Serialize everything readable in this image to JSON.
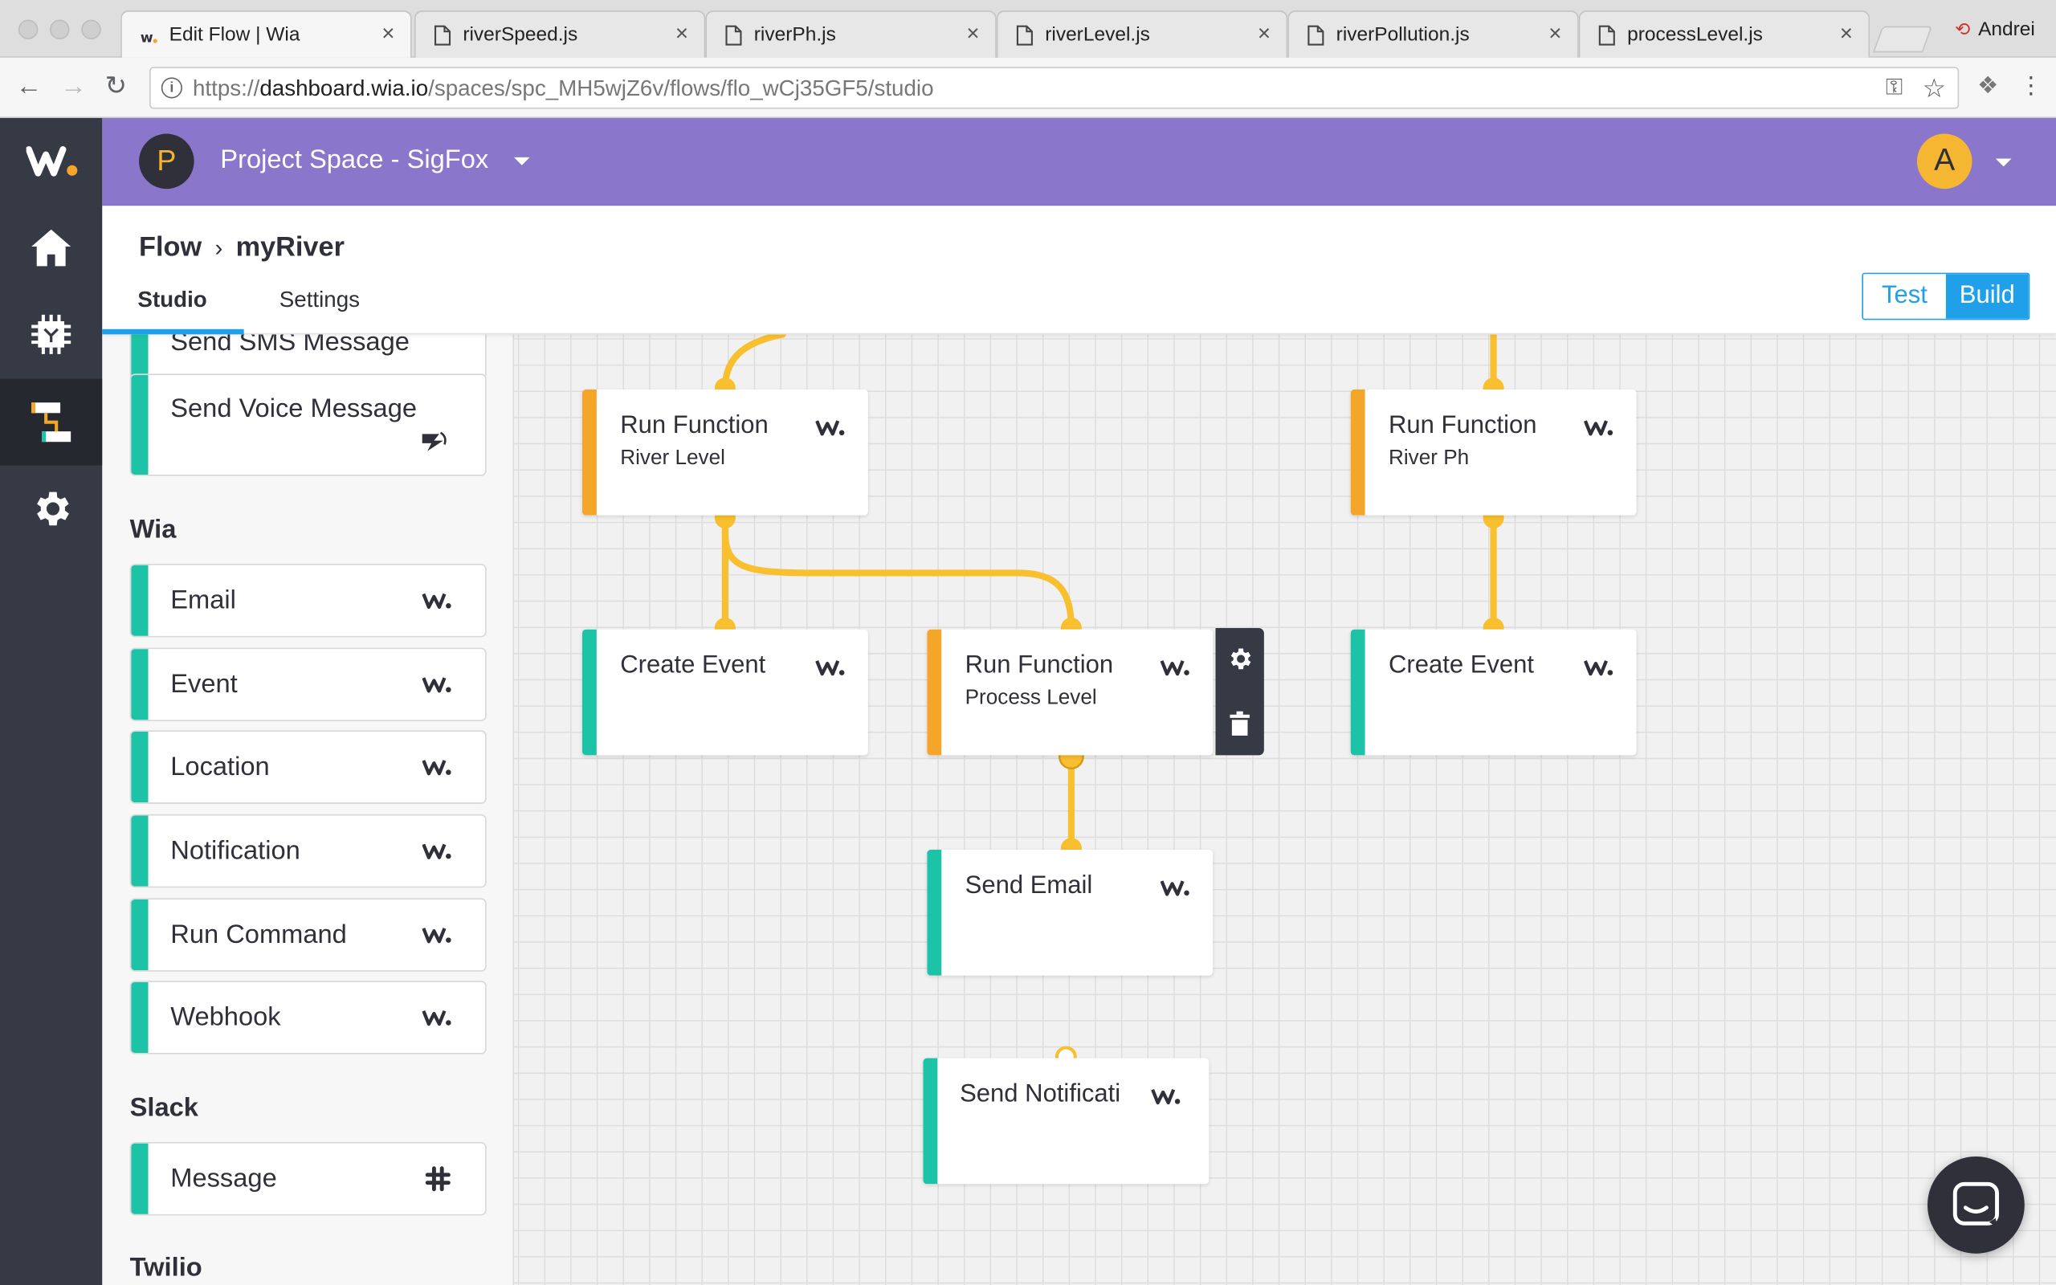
{
  "browser": {
    "tabs": [
      {
        "title": "Edit Flow | Wia",
        "active": true
      },
      {
        "title": "riverSpeed.js"
      },
      {
        "title": "riverPh.js"
      },
      {
        "title": "riverLevel.js"
      },
      {
        "title": "riverPollution.js"
      },
      {
        "title": "processLevel.js"
      }
    ],
    "profile_name": "Andrei",
    "url_prefix": "https://",
    "url_host": "dashboard.wia.io",
    "url_path": "/spaces/spc_MH5wjZ6v/flows/flo_wCj35GF5/studio"
  },
  "topbar": {
    "space_initial": "P",
    "space_name": "Project Space - SigFox",
    "user_initial": "A"
  },
  "header": {
    "breadcrumb_root": "Flow",
    "breadcrumb_sep": "›",
    "breadcrumb_current": "myRiver",
    "tabs": [
      "Studio",
      "Settings"
    ],
    "mode_test": "Test",
    "mode_build": "Build"
  },
  "panel": {
    "partial_top_label": "Send SMS Message",
    "voice_label": "Send Voice Message",
    "sections": [
      {
        "title": "Wia",
        "items": [
          "Email",
          "Event",
          "Location",
          "Notification",
          "Run Command",
          "Webhook"
        ]
      },
      {
        "title": "Slack",
        "items": [
          "Message"
        ]
      },
      {
        "title": "Twilio",
        "items": []
      }
    ]
  },
  "canvas": {
    "nodes": [
      {
        "title": "Run Function",
        "subtitle": "River Level",
        "kind": "function"
      },
      {
        "title": "Run Function",
        "subtitle": "River Ph",
        "kind": "function"
      },
      {
        "title": "Create Event",
        "subtitle": "",
        "kind": "output"
      },
      {
        "title": "Run Function",
        "subtitle": "Process Level",
        "kind": "function"
      },
      {
        "title": "Create Event",
        "subtitle": "",
        "kind": "output"
      },
      {
        "title": "Send Email",
        "subtitle": "",
        "kind": "output"
      },
      {
        "title": "Send Notificati",
        "subtitle": "",
        "kind": "output"
      }
    ]
  },
  "colors": {
    "accent_purple": "#8a76cb",
    "function_orange": "#f4a62a",
    "output_teal": "#1dc3a6",
    "wire_yellow": "#f8bf2f",
    "link_blue": "#1fa0e8",
    "sidebar_dark": "#363a45"
  },
  "icons": [
    "home-icon",
    "device-chip-icon",
    "flows-icon",
    "settings-gear-icon",
    "wia-logo",
    "node-settings-icon",
    "node-delete-icon",
    "chat-icon",
    "slack-icon",
    "voice-message-icon"
  ]
}
